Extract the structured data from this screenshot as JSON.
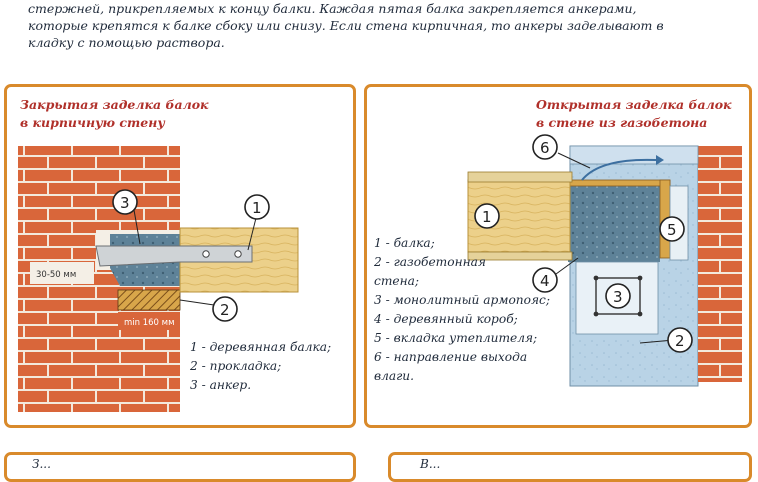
{
  "intro": {
    "lines": [
      "стержней, прикрепляемых к концу балки. Каждая пятая балка закрепляется анкерами,",
      "которые крепятся к балке сбоку или снизу. Если стена кирпичная, то анкеры заделывают в",
      "кладку с помощью раствора."
    ]
  },
  "left_panel": {
    "title_lines": [
      "Закрытая заделка балок",
      "в кирпичную стену"
    ],
    "dim_gap": "30-50 мм",
    "dim_depth": "min 160 мм",
    "callouts": [
      "1",
      "2",
      "3"
    ],
    "legend": [
      "1 - деревянная балка;",
      "2 - прокладка;",
      "3 - анкер."
    ]
  },
  "right_panel": {
    "title_lines": [
      "Открытая заделка балок",
      "в стене из газобетона"
    ],
    "callouts": [
      "1",
      "2",
      "3",
      "4",
      "5",
      "6"
    ],
    "legend": [
      "1 - балка;",
      "2 - газобетонная",
      "стена;",
      "3 - монолитный армопояс;",
      "4 - деревянный короб;",
      "5 - вкладка утеплителя;",
      "6 - направление выхода",
      "влаги."
    ]
  },
  "bottom_panels": [
    {
      "text": "З...",
      "visible": "partial"
    },
    {
      "text": "В...",
      "visible": "partial"
    }
  ],
  "colors": {
    "panel_border": "#d98a2b",
    "title_left": "#b0302a",
    "title_right": "#b0302a",
    "brick": "#d9663a",
    "mortar": "#f3e9dc",
    "wood": "#e9c979",
    "aerated_concrete": "#a9c6de",
    "concrete": "#5b7d94"
  }
}
